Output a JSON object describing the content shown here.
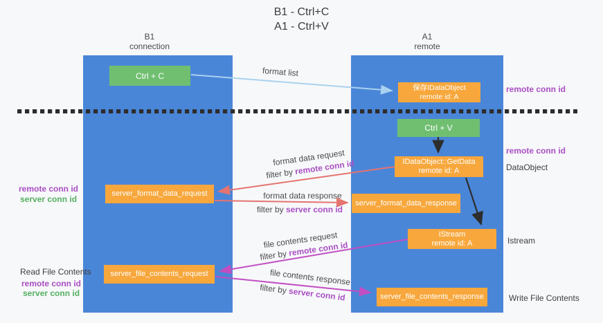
{
  "title": {
    "line1": "B1 - Ctrl+C",
    "line2": "A1 - Ctrl+V"
  },
  "columns": {
    "left": {
      "name": "B1",
      "role": "connection"
    },
    "right": {
      "name": "A1",
      "role": "remote"
    }
  },
  "nodes": {
    "ctrl_c": "Ctrl + C",
    "ctrl_v": "Ctrl + V",
    "save_idataobject": {
      "line1": "保存IDataObject",
      "line2": "remote id: A"
    },
    "getdata": {
      "line1": "IDataObject::GetData",
      "line2": "remote id: A"
    },
    "istream": {
      "line1": "IStream",
      "line2": "remote id: A"
    },
    "server_format_data_request": "server_format_data_request",
    "server_format_data_response": "server_format_data_response",
    "server_file_contents_request": "server_file_contents_request",
    "server_file_contents_response": "server_file_contents_response"
  },
  "edge_labels": {
    "format_list": "format list",
    "format_data_request": "format data request",
    "format_data_response": "format data response",
    "file_contents_request": "file contents request",
    "file_contents_response": "file contents response",
    "filter_by": "filter by ",
    "remote_conn_id": "remote conn id",
    "server_conn_id": "server conn id"
  },
  "side_labels": {
    "remote_conn_id": "remote conn id",
    "server_conn_id": "server conn id",
    "dataobject": "DataObject",
    "istream": "Istream",
    "read_file_contents": "Read File Contents",
    "write_file_contents": "Write File Contents"
  },
  "colors": {
    "lifeline_blue": "#4a86d8",
    "node_green": "#70bf71",
    "node_orange": "#f7a73c",
    "arrow_light_blue": "#a9d2ee",
    "arrow_salmon": "#e5736f",
    "arrow_magenta": "#c24fc2",
    "arrow_black": "#2d2d2d",
    "text_purple": "#a94fc3",
    "text_green": "#55b060",
    "background": "#f7f8fa"
  }
}
